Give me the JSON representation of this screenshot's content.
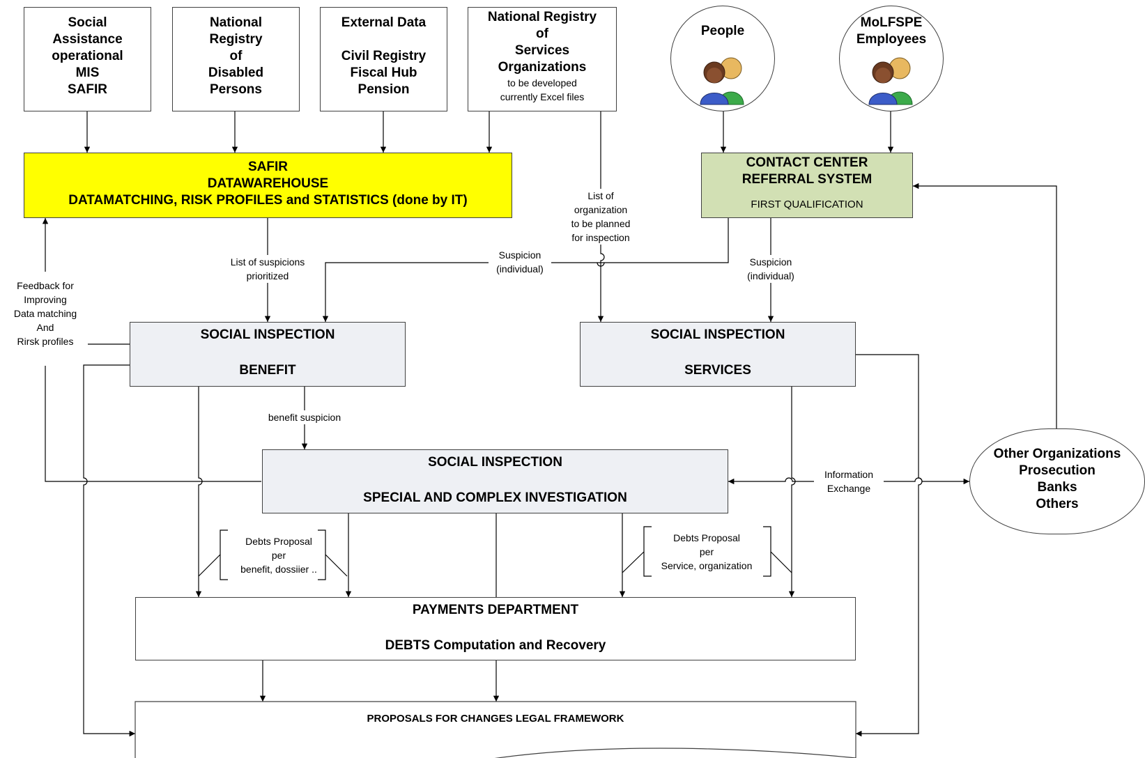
{
  "sources": {
    "safir_mis": [
      "Social",
      "Assistance",
      "operational",
      "MIS",
      "SAFIR"
    ],
    "disabled_registry": [
      "National",
      "Registry",
      "of",
      "Disabled",
      "Persons"
    ],
    "external_data": [
      "External Data",
      "",
      "Civil Registry",
      "Fiscal Hub",
      "Pension"
    ],
    "services_registry": {
      "title": [
        "National Registry",
        "of",
        "Services",
        "Organizations"
      ],
      "note": [
        "to be developed",
        "currently Excel files"
      ]
    }
  },
  "people": "People",
  "employees": [
    "MoLFSPE",
    "Employees"
  ],
  "datawarehouse": [
    "SAFIR",
    "DATAWAREHOUSE",
    "DATAMATCHING,  RISK PROFILES and STATISTICS  (done by IT)"
  ],
  "contact_center": {
    "title": [
      "CONTACT CENTER",
      "REFERRAL SYSTEM"
    ],
    "sub": "FIRST QUALIFICATION"
  },
  "inspection_benefit": [
    "SOCIAL INSPECTION",
    "BENEFIT"
  ],
  "inspection_services": [
    "SOCIAL INSPECTION",
    "SERVICES"
  ],
  "inspection_special": [
    "SOCIAL INSPECTION",
    "SPECIAL AND COMPLEX INVESTIGATION"
  ],
  "payments": [
    "PAYMENTS DEPARTMENT",
    "DEBTS Computation and Recovery"
  ],
  "proposals": "PROPOSALS FOR CHANGES LEGAL FRAMEWORK",
  "other_orgs": [
    "Other Organizations",
    "Prosecution",
    "Banks",
    "Others"
  ],
  "labels": {
    "org_list": [
      "List of",
      "organization",
      "to be planned",
      "for inspection"
    ],
    "suspicions_list": [
      "List of suspicions",
      "prioritized"
    ],
    "suspicion_left": [
      "Suspicion",
      "(individual)"
    ],
    "suspicion_right": [
      "Suspicion",
      "(individual)"
    ],
    "feedback": [
      "Feedback for",
      "Improving",
      "Data matching",
      "And",
      "Rirsk profiles"
    ],
    "benefit_suspicion": "benefit suspicion",
    "info_exchange": [
      "Information",
      "Exchange"
    ],
    "debts_benefit": [
      "Debts Proposal",
      "per",
      "benefit, dossiier .."
    ],
    "debts_service": [
      "Debts Proposal",
      "per",
      "Service, organization"
    ]
  },
  "colors": {
    "datawarehouse_fill": "#ffff00",
    "contact_center_fill": "#d2e0b4",
    "inspection_fill": "#eef0f4",
    "line": "#404040"
  }
}
